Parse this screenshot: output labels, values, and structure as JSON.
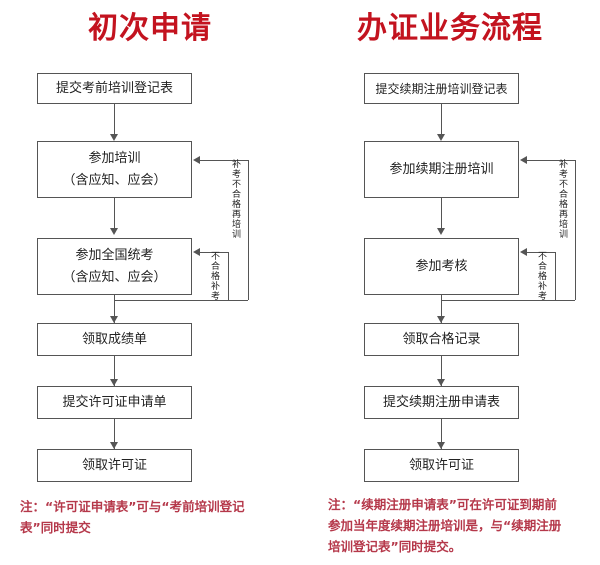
{
  "page": {
    "background": "#ffffff",
    "title_color": "#c3131f",
    "note_color": "#b5384a",
    "box_border_color": "#555555"
  },
  "left": {
    "title": "初次申请",
    "steps": [
      {
        "id": "submit-pre-exam-training-form",
        "line1": "提交考前培训登记表",
        "line2": ""
      },
      {
        "id": "attend-training",
        "line1": "参加培训",
        "line2": "（含应知、应会）"
      },
      {
        "id": "attend-national-exam",
        "line1": "参加全国统考",
        "line2": "（含应知、应会）"
      },
      {
        "id": "collect-score-report",
        "line1": "领取成绩单",
        "line2": ""
      },
      {
        "id": "submit-permit-application",
        "line1": "提交许可证申请单",
        "line2": ""
      },
      {
        "id": "collect-permit",
        "line1": "领取许可证",
        "line2": ""
      }
    ],
    "loops": [
      {
        "id": "retake-fail-retrain",
        "label": "补考不合格再培训"
      },
      {
        "id": "fail-retake",
        "label": "不合格补考"
      }
    ],
    "note": "注：“许可证申请表”可与“考前培训登记\n表”同时提交"
  },
  "right": {
    "title": "办证业务流程",
    "steps": [
      {
        "id": "submit-renewal-training-form",
        "line1": "提交续期注册培训登记表",
        "line2": ""
      },
      {
        "id": "attend-renewal-training",
        "line1": "参加续期注册培训",
        "line2": ""
      },
      {
        "id": "attend-assessment",
        "line1": "参加考核",
        "line2": ""
      },
      {
        "id": "collect-pass-record",
        "line1": "领取合格记录",
        "line2": ""
      },
      {
        "id": "submit-renewal-application",
        "line1": "提交续期注册申请表",
        "line2": ""
      },
      {
        "id": "collect-permit",
        "line1": "领取许可证",
        "line2": ""
      }
    ],
    "loops": [
      {
        "id": "retake-fail-retrain",
        "label": "补考不合格再培训"
      },
      {
        "id": "fail-retake",
        "label": "不合格补考"
      }
    ],
    "note": "注：“续期注册申请表”可在许可证到期前\n参加当年度续期注册培训是，与“续期注册\n培训登记表”同时提交。"
  }
}
